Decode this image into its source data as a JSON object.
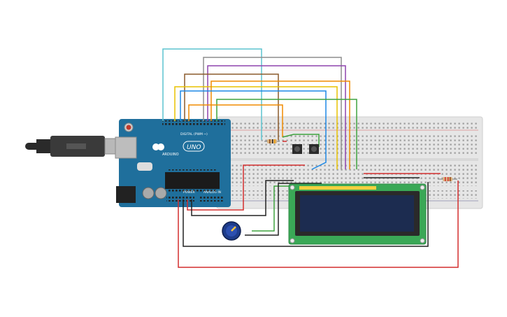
{
  "board": {
    "brand": "ARDUINO",
    "model": "UNO",
    "digital_label": "DIGITAL (PWM ~)",
    "power_label": "POWER",
    "analog_label": "ANALOG IN"
  },
  "colors": {
    "wire_red": "#d32f2f",
    "wire_black": "#222222",
    "wire_gray": "#8e8e8e",
    "wire_purple": "#8e44ad",
    "wire_brown": "#8b5a2b",
    "wire_orange": "#f08c00",
    "wire_yellow": "#e8c200",
    "wire_cyan": "#5cc3cf",
    "wire_blue": "#1e88e5",
    "wire_green": "#3fa33f",
    "board_blue": "#1f6f9c",
    "lcd_green": "#3aa856",
    "lcd_screen": "#1c2c50"
  },
  "icons": {
    "usb": "usb-cable-icon",
    "pot": "potentiometer-icon"
  }
}
